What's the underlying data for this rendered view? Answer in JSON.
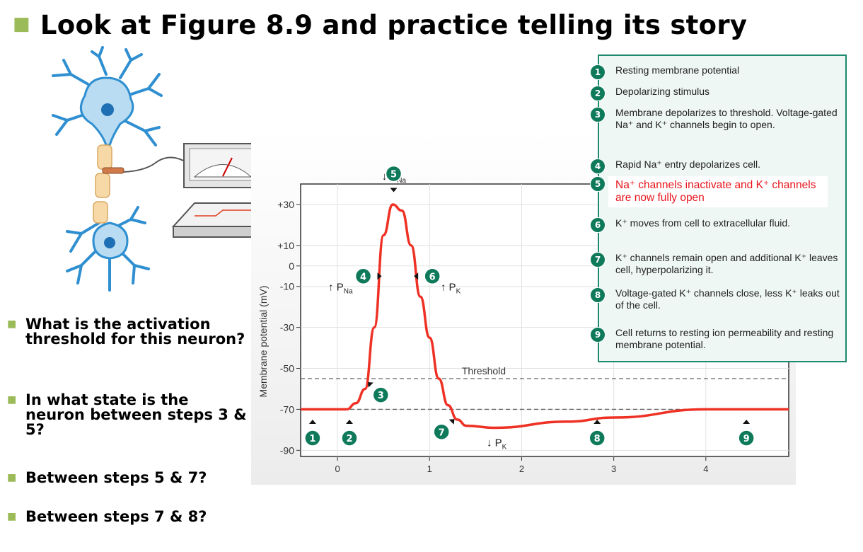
{
  "slide": {
    "title": "Look at Figure 8.9 and practice telling its story"
  },
  "questions": [
    "What is the activation threshold for this neuron?",
    "In what state is the neuron between steps 3 & 5?",
    "Between steps 5 & 7?",
    "Between steps 7 & 8?"
  ],
  "legend": [
    {
      "num": "1",
      "text": "Resting membrane potential",
      "highlight": false
    },
    {
      "num": "2",
      "text": "Depolarizing stimulus",
      "highlight": false
    },
    {
      "num": "3",
      "text": "Membrane depolarizes to threshold. Voltage-gated Na⁺ and K⁺ channels begin to open.",
      "highlight": false
    },
    {
      "num": "4",
      "text": "Rapid Na⁺ entry depolarizes cell.",
      "highlight": false
    },
    {
      "num": "5",
      "text": "Na⁺ channels inactivate and K⁺ channels are now fully open",
      "highlight": true
    },
    {
      "num": "6",
      "text": "K⁺ moves from cell to extracellular fluid.",
      "highlight": false
    },
    {
      "num": "7",
      "text": "K⁺ channels remain open and additional K⁺ leaves cell, hyperpolarizing it.",
      "highlight": false
    },
    {
      "num": "8",
      "text": "Voltage-gated K⁺ channels close, less K⁺ leaks out of the cell.",
      "highlight": false
    },
    {
      "num": "9",
      "text": "Cell returns to resting ion permeability and resting membrane potential.",
      "highlight": false
    }
  ],
  "chart_data": {
    "type": "line",
    "ylabel": "Membrane potential (mV)",
    "xlabel": "",
    "xlim": [
      -0.4,
      4.9
    ],
    "ylim": [
      -93,
      40
    ],
    "x_ticks": [
      0,
      1,
      2,
      3,
      4
    ],
    "y_ticks": [
      30,
      10,
      0,
      -10,
      -30,
      -50,
      -70,
      -90
    ],
    "y_tick_labels": [
      "+30",
      "+10",
      "0",
      "-10",
      "-30",
      "-50",
      "-70",
      "-90"
    ],
    "threshold": {
      "value": -55,
      "label": "Threshold"
    },
    "resting": -70,
    "series": [
      {
        "color": "#ee3124",
        "x": [
          -0.4,
          0.1,
          0.2,
          0.3,
          0.4,
          0.5,
          0.6,
          0.7,
          0.8,
          0.9,
          1.0,
          1.1,
          1.2,
          1.3,
          1.4,
          1.7,
          2.5,
          3.0,
          4.0,
          4.9
        ],
        "y": [
          -70,
          -70,
          -67,
          -60,
          -30,
          15,
          30,
          27,
          10,
          -15,
          -35,
          -55,
          -68,
          -75,
          -78,
          -79,
          -76,
          -74,
          -70,
          -70
        ]
      }
    ],
    "markers": [
      {
        "label": "1",
        "x": -0.27,
        "y": -84,
        "arrow": "up"
      },
      {
        "label": "2",
        "x": 0.13,
        "y": -84,
        "arrow": "up"
      },
      {
        "label": "3",
        "x": 0.47,
        "y": -63,
        "arrow": "up-left"
      },
      {
        "label": "4",
        "x": 0.28,
        "y": -5,
        "arrow": "right"
      },
      {
        "label": "5",
        "x": 0.61,
        "y": 45,
        "arrow": "down"
      },
      {
        "label": "6",
        "x": 1.03,
        "y": -5,
        "arrow": "left"
      },
      {
        "label": "7",
        "x": 1.13,
        "y": -81,
        "arrow": "up-right"
      },
      {
        "label": "8",
        "x": 2.82,
        "y": -84,
        "arrow": "up"
      },
      {
        "label": "9",
        "x": 4.44,
        "y": -84,
        "arrow": "up"
      }
    ],
    "annotations": [
      {
        "text": "↓",
        "sub": "P",
        "subsub": "Na",
        "x": 0.48,
        "y": 42
      },
      {
        "text": "↑",
        "sub": "P",
        "subsub": "Na",
        "x": -0.1,
        "y": -12
      },
      {
        "text": "↑",
        "sub": "P",
        "subsub": "K",
        "x": 1.12,
        "y": -12
      },
      {
        "text": "↓",
        "sub": "P",
        "subsub": "K",
        "x": 1.62,
        "y": -88
      }
    ]
  },
  "colors": {
    "accent_green": "#9bbb59",
    "legend_border": "#1d8a6d",
    "marker_fill": "#0f7a5a",
    "curve": "#ee3124",
    "highlight_text": "#e8141c"
  },
  "icons": [
    "neuron-illustration",
    "voltmeter-icon",
    "chart-recorder-icon",
    "curved-arrow-icon"
  ]
}
